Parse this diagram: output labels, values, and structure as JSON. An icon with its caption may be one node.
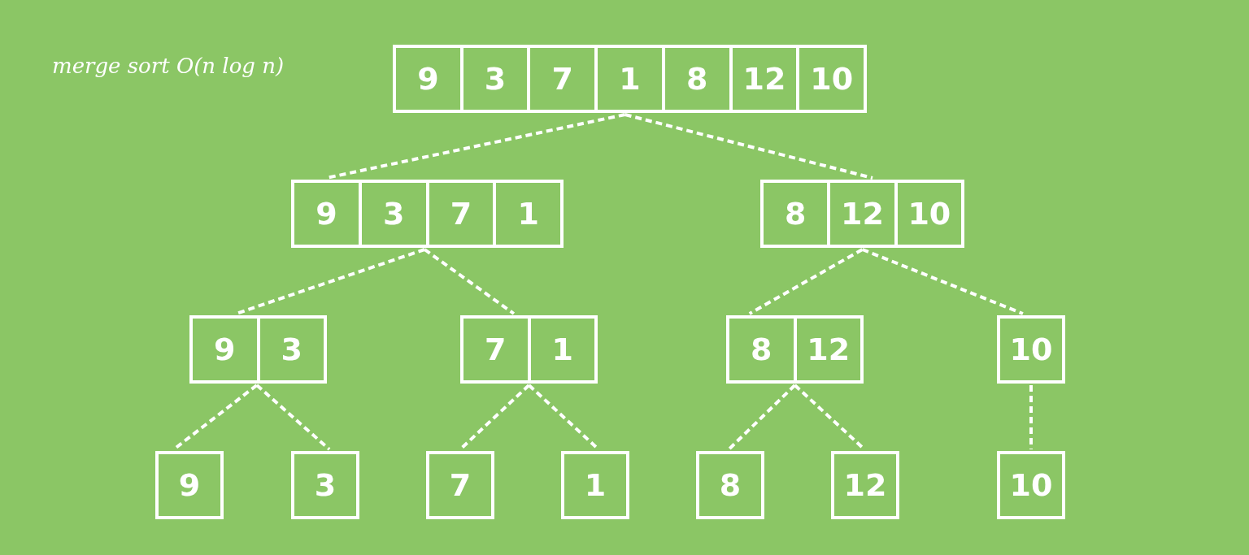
{
  "diagram": {
    "title": "merge sort O(n log n)",
    "nodes": [
      {
        "text": [
          "9",
          "3",
          "7",
          "1",
          "8",
          "12",
          "10"
        ]
      },
      {
        "text": [
          "9",
          "3",
          "7",
          "1"
        ]
      },
      {
        "text": [
          "8",
          "12",
          "10"
        ]
      },
      {
        "text": [
          "9",
          "3"
        ]
      },
      {
        "text": [
          "7",
          "1"
        ]
      },
      {
        "text": [
          "8",
          "12"
        ]
      },
      {
        "text": [
          "10"
        ]
      },
      {
        "text": [
          "9"
        ]
      },
      {
        "text": [
          "3"
        ]
      },
      {
        "text": [
          "7"
        ]
      },
      {
        "text": [
          "1"
        ]
      },
      {
        "text": [
          "8"
        ]
      },
      {
        "text": [
          "12"
        ]
      },
      {
        "text": [
          "10"
        ]
      }
    ],
    "edges": [
      {
        "from": 0,
        "to": 1,
        "arrow": "none",
        "style": "dashed"
      },
      {
        "from": 0,
        "to": 2,
        "arrow": "none",
        "style": "dashed"
      },
      {
        "from": 1,
        "to": 3,
        "arrow": "none",
        "style": "dashed"
      },
      {
        "from": 1,
        "to": 4,
        "arrow": "none",
        "style": "dashed"
      },
      {
        "from": 2,
        "to": 5,
        "arrow": "none",
        "style": "dashed"
      },
      {
        "from": 2,
        "to": 6,
        "arrow": "none",
        "style": "dashed"
      },
      {
        "from": 3,
        "to": 7,
        "arrow": "none",
        "style": "dashed"
      },
      {
        "from": 3,
        "to": 8,
        "arrow": "none",
        "style": "dashed"
      },
      {
        "from": 4,
        "to": 9,
        "arrow": "none",
        "style": "dashed"
      },
      {
        "from": 4,
        "to": 10,
        "arrow": "none",
        "style": "dashed"
      },
      {
        "from": 5,
        "to": 11,
        "arrow": "none",
        "style": "dashed"
      },
      {
        "from": 5,
        "to": 12,
        "arrow": "none",
        "style": "dashed"
      },
      {
        "from": 6,
        "to": 13,
        "arrow": "none",
        "style": "dashed"
      }
    ]
  }
}
